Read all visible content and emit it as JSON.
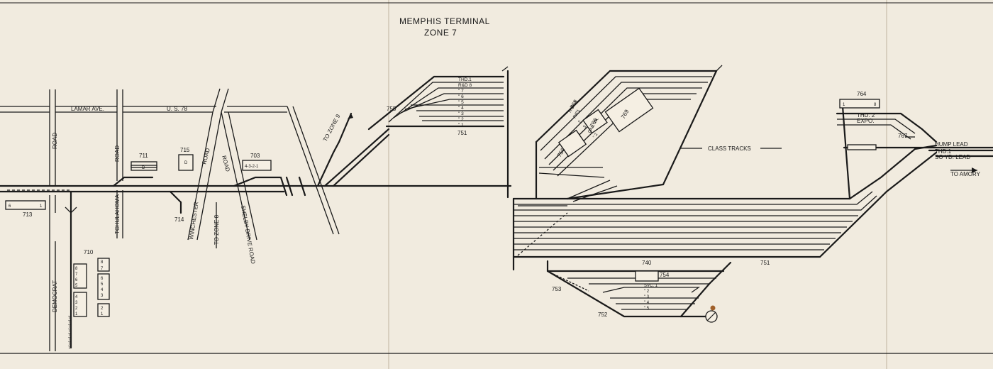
{
  "title": {
    "line1": "MEMPHIS TERMINAL",
    "line2": "ZONE 7"
  },
  "streets": {
    "lamar": "LAMAR AVE.",
    "us78": "U. S. 78",
    "road_left": "ROAD",
    "democrat": "DEMOCRAT",
    "road_mid": "ROAD",
    "tchulahoma": "TCHULAHOMA",
    "winchester": "WINCHESTER",
    "road_w": "ROAD",
    "road_h": "ROAD",
    "shelby": "SHELBY DRIVE ROAD"
  },
  "directions": {
    "zone9": "TO ZONE 9",
    "zone8": "TO ZONE 8",
    "amory": "TO AMORY"
  },
  "yard_labels": {
    "class_tracks": "CLASS TRACKS",
    "hump_lead": "HUMP LEAD",
    "thd1_right": "THD.1",
    "yd_lead": "SO YD. LEAD",
    "thd2": "THD. 2",
    "expo": "EXPO."
  },
  "numbers": {
    "n713": "713",
    "n711": "711",
    "n715": "715",
    "n703": "703",
    "n714": "714",
    "n710": "710",
    "n755": "755",
    "n751a": "751",
    "n751b": "751",
    "n740": "740",
    "n754": "754",
    "n753": "753",
    "n752": "752",
    "n764": "764",
    "n767": "767",
    "n756": "756",
    "n766": "766",
    "n769": "769",
    "n768": "768"
  },
  "box_text": {
    "b713": "6",
    "b713b": "1",
    "b711": "D",
    "b715": "D",
    "b703": "4-3-2-1",
    "b764a": "1",
    "b764b": "8"
  },
  "track_lists": {
    "upper_yard": [
      "THD.1",
      "R&D 8",
      "\" 7",
      "\" 6",
      "\" 5",
      "\" 4",
      "\" 3",
      "\" 2",
      "\" 1"
    ],
    "svc": [
      "SVC. 1",
      "\" 2",
      "\" 3",
      "\" 4",
      "\" 5"
    ],
    "angled": [
      "THD. 3",
      "RIP1",
      "2",
      "3",
      "CAB. TK.",
      "\" 2"
    ],
    "col710a": [
      "8",
      "7"
    ],
    "col710b": [
      "8",
      "7",
      "6",
      "5"
    ],
    "col710c": [
      "6",
      "5",
      "4",
      "3"
    ],
    "col710d": [
      "4",
      "3",
      "2",
      "1"
    ],
    "col710e": [
      "2",
      "1"
    ],
    "tcol": [
      "T",
      "T",
      "T",
      "T",
      "T",
      "T",
      "T",
      "T"
    ]
  }
}
